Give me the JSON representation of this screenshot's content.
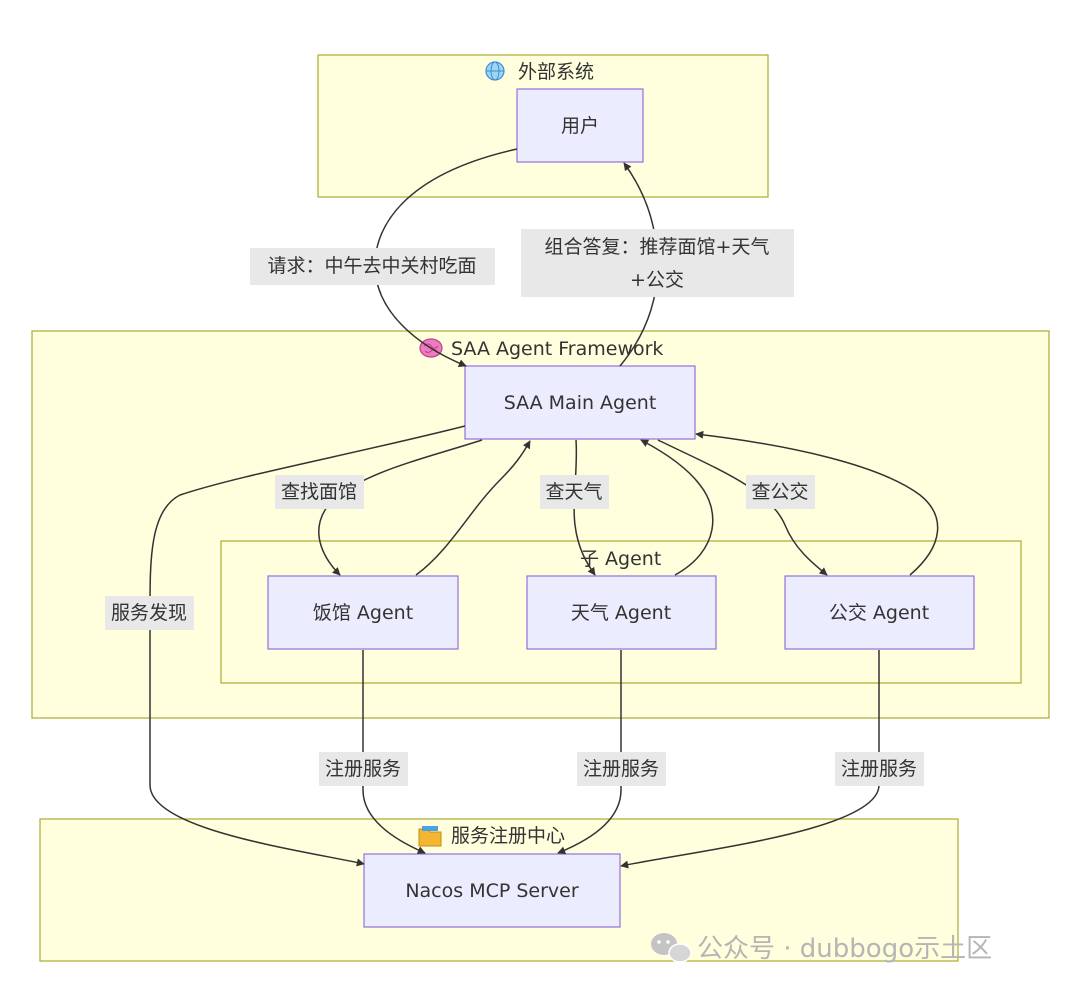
{
  "clusters": {
    "external": {
      "icon": "globe-icon",
      "title": "外部系统"
    },
    "framework": {
      "icon": "brain-icon",
      "title": "SAA Agent Framework"
    },
    "sub": {
      "title": "子 Agent"
    },
    "registry": {
      "icon": "folder-icon",
      "title": "服务注册中心"
    }
  },
  "nodes": {
    "user": "用户",
    "main_agent": "SAA Main Agent",
    "restaurant_agent": "饭馆 Agent",
    "weather_agent": "天气 Agent",
    "bus_agent": "公交 Agent",
    "nacos": "Nacos MCP Server"
  },
  "edges": {
    "request_line": "请求：中午去中关村吃面",
    "reply_line1": "组合答复：推荐面馆+天气",
    "reply_line2": "+公交",
    "find_restaurant": "查找面馆",
    "check_weather": "查天气",
    "check_bus": "查公交",
    "service_discovery": "服务发现",
    "register_1": "注册服务",
    "register_2": "注册服务",
    "register_3": "注册服务"
  },
  "watermark": {
    "icon": "wechat-icon",
    "text": "公众号 · dubbogo示土区"
  },
  "colors": {
    "cluster_fill": "#ffffde",
    "cluster_stroke": "#aaaa33",
    "node_fill": "#ececff",
    "node_stroke": "#9370db",
    "edge": "#333333",
    "label_bg": "#e8e8e8"
  }
}
